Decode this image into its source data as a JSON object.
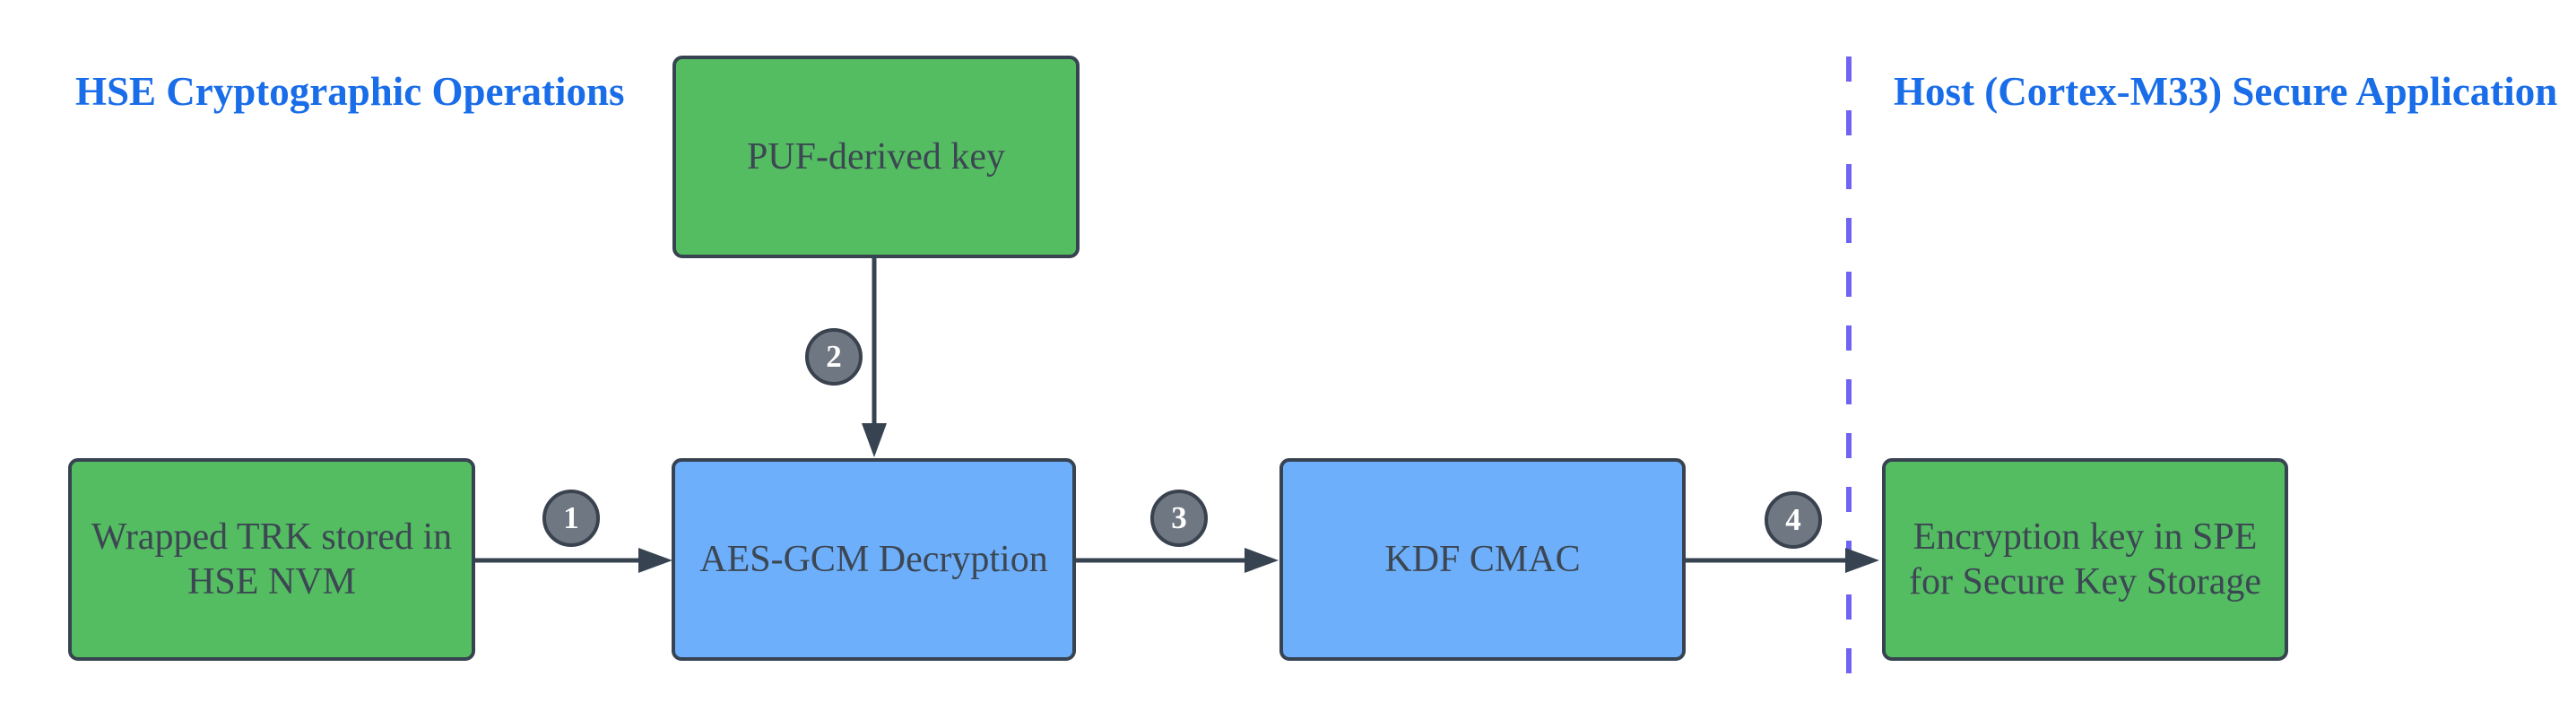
{
  "diagram": {
    "titles": {
      "left": {
        "text": "HSE Cryptographic Operations",
        "color": "#1a6de8"
      },
      "right": {
        "text": "Host (Cortex-M33) Secure Application",
        "color": "#1a6de8"
      }
    },
    "nodes": [
      {
        "id": "puf-derived-key",
        "label": "PUF-derived key",
        "fill": "#54bd61"
      },
      {
        "id": "wrapped-trk",
        "label": "Wrapped TRK stored in\nHSE NVM",
        "fill": "#54bd61"
      },
      {
        "id": "aes-gcm-decryption",
        "label": "AES-GCM Decryption",
        "fill": "#6daffb"
      },
      {
        "id": "kdf-cmac",
        "label": "KDF CMAC",
        "fill": "#6daffb"
      },
      {
        "id": "encryption-key-spe",
        "label": "Encryption key in SPE\nfor Secure Key Storage",
        "fill": "#54bd61"
      }
    ],
    "edges": [
      {
        "badge": "1",
        "from": "wrapped-trk",
        "to": "aes-gcm-decryption"
      },
      {
        "badge": "2",
        "from": "puf-derived-key",
        "to": "aes-gcm-decryption"
      },
      {
        "badge": "3",
        "from": "aes-gcm-decryption",
        "to": "kdf-cmac"
      },
      {
        "badge": "4",
        "from": "kdf-cmac",
        "to": "encryption-key-spe"
      }
    ],
    "colors": {
      "node_green": "#54bd61",
      "node_blue": "#6daffb",
      "node_border": "#374350",
      "node_text": "#3c4753",
      "arrow": "#374350",
      "badge_fill": "#6f7782",
      "badge_border": "#39424e",
      "badge_text": "#ffffff",
      "separator_dash": "#6f63f2",
      "title_blue": "#1a6de8",
      "background": "#ffffff"
    }
  }
}
